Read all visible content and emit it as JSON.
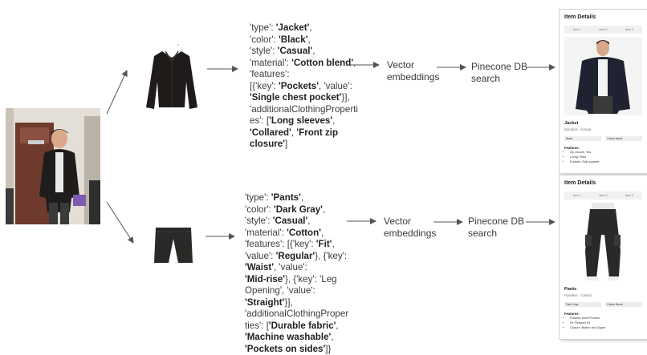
{
  "pipeline_top": {
    "attributes": [
      {
        "text": "'type': ",
        "bold": false
      },
      {
        "text": "'Jacket'",
        "bold": true
      },
      {
        "text": ",\n",
        "bold": false
      },
      {
        "text": "'color': ",
        "bold": false
      },
      {
        "text": "'Black'",
        "bold": true
      },
      {
        "text": ",\n",
        "bold": false
      },
      {
        "text": "'style': ",
        "bold": false
      },
      {
        "text": "'Casual'",
        "bold": true
      },
      {
        "text": ",\n",
        "bold": false
      },
      {
        "text": "'material': ",
        "bold": false
      },
      {
        "text": "'Cotton blend'",
        "bold": true
      },
      {
        "text": ",\n",
        "bold": false
      },
      {
        "text": "'features':\n[{'key': ",
        "bold": false
      },
      {
        "text": "'Pockets'",
        "bold": true
      },
      {
        "text": ", 'value':\n",
        "bold": false
      },
      {
        "text": "'Single chest pocket'",
        "bold": true
      },
      {
        "text": "}],\n'additionalClothingProperti\nes': [",
        "bold": false
      },
      {
        "text": "'Long sleeves'",
        "bold": true
      },
      {
        "text": ",\n",
        "bold": false
      },
      {
        "text": "'Collared'",
        "bold": true
      },
      {
        "text": ", ",
        "bold": false
      },
      {
        "text": "'Front zip\nclosure'",
        "bold": true
      },
      {
        "text": "]",
        "bold": false
      }
    ],
    "step1": "Vector\nembeddings",
    "step2": "Pinecone DB\nsearch"
  },
  "pipeline_bottom": {
    "attributes": [
      {
        "text": "'type': ",
        "bold": false
      },
      {
        "text": "'Pants'",
        "bold": true
      },
      {
        "text": ",\n",
        "bold": false
      },
      {
        "text": "'color': ",
        "bold": false
      },
      {
        "text": "'Dark Gray'",
        "bold": true
      },
      {
        "text": ",\n",
        "bold": false
      },
      {
        "text": "'style': ",
        "bold": false
      },
      {
        "text": "'Casual'",
        "bold": true
      },
      {
        "text": ",\n",
        "bold": false
      },
      {
        "text": "'material': ",
        "bold": false
      },
      {
        "text": "'Cotton'",
        "bold": true
      },
      {
        "text": ",\n",
        "bold": false
      },
      {
        "text": "'features': [{'key': ",
        "bold": false
      },
      {
        "text": "'Fit'",
        "bold": true
      },
      {
        "text": ",\n'value': ",
        "bold": false
      },
      {
        "text": "'Regular'",
        "bold": true
      },
      {
        "text": "}, {'key':\n",
        "bold": false
      },
      {
        "text": "'Waist'",
        "bold": true
      },
      {
        "text": ", 'value':\n",
        "bold": false
      },
      {
        "text": "'Mid-rise'",
        "bold": true
      },
      {
        "text": "}, {'key': 'Leg\nOpening', 'value':\n",
        "bold": false
      },
      {
        "text": "'Straight'",
        "bold": true
      },
      {
        "text": "}],\n'additionalClothingProper\nties': [",
        "bold": false
      },
      {
        "text": "'Durable fabric'",
        "bold": true
      },
      {
        "text": ",\n",
        "bold": false
      },
      {
        "text": "'Machine washable'",
        "bold": true
      },
      {
        "text": ",\n",
        "bold": false
      },
      {
        "text": "'Pockets on sides'",
        "bold": true
      },
      {
        "text": "]}",
        "bold": false
      }
    ],
    "step1": "Vector\nembeddings",
    "step2": "Pinecone DB\nsearch"
  },
  "result_top": {
    "title": "Item Details",
    "tabs": [
      "Item 1",
      "Item 2",
      "Item 3"
    ],
    "name": "Jacket",
    "subtitle": "Bonobos - Casual",
    "chips": [
      "Black",
      "Cotton blend"
    ],
    "features_heading": "Features:",
    "features": [
      "Zip closure: Yes",
      "Lining: Plaid",
      "Pockets: Side pockets"
    ]
  },
  "result_bottom": {
    "title": "Item Details",
    "tabs": [
      "Item 1",
      "Item 2",
      "Item 3"
    ],
    "name": "Pants",
    "subtitle": "Flywakor - Casual",
    "chips": [
      "Dark Gray",
      "Cotton Blend"
    ],
    "features_heading": "Features:",
    "features": [
      "Pockets: Multi Pockets",
      "Fit: Relaxed Fit",
      "Closure: Button and Zipper"
    ]
  },
  "colors": {
    "arrow": "#555555",
    "jacket": "#1e1b1a",
    "pants": "#2b2927",
    "panel_border": "#d2d2d2"
  }
}
